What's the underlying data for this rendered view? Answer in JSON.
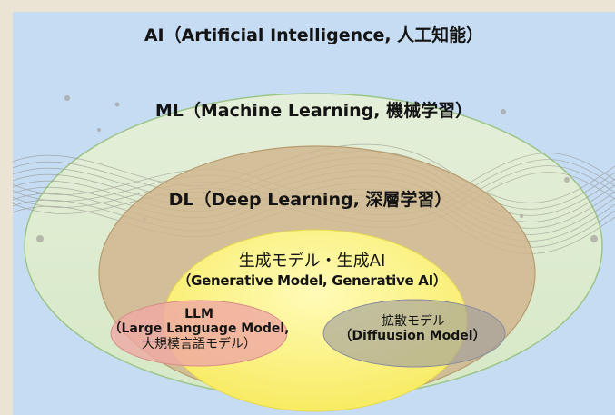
{
  "ai": {
    "title": "AI（Artificial Intelligence, 人工知能）",
    "color": "#c6dcf2"
  },
  "ml": {
    "title": "ML（Machine Learning, 機械学習）",
    "color": "#dfedcf"
  },
  "dl": {
    "title": "DL（Deep  Learning, 深層学習）",
    "color": "#cfb48c"
  },
  "generative": {
    "title": "生成モデル・生成AI",
    "subtitle": "（Generative Model, Generative AI）",
    "color": "#fbf07a"
  },
  "llm": {
    "title": "LLM",
    "subtitle": "（Large Language Model,",
    "subtitle2": "大規模言語モデル）",
    "color": "#eeaaa3"
  },
  "diffusion": {
    "title": "拡散モデル",
    "subtitle": "（Diffuusion Model）",
    "color": "#9e9c9c"
  }
}
